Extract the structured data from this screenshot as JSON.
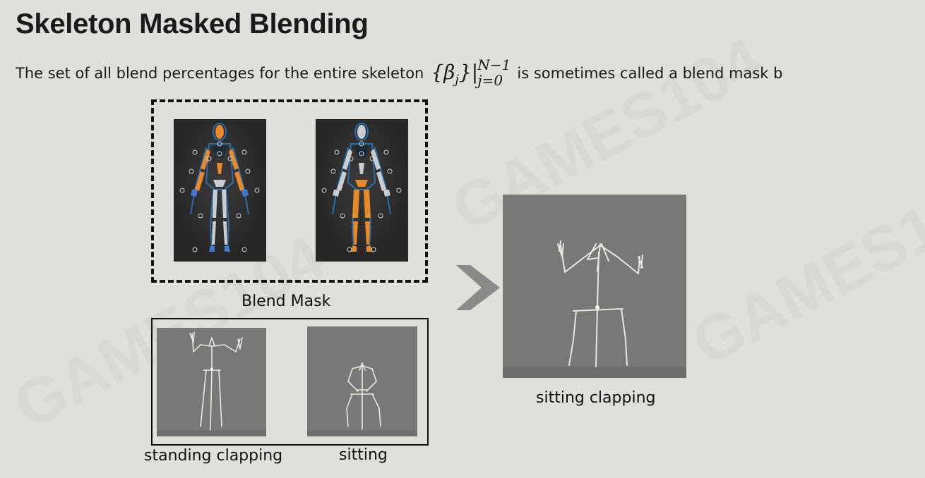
{
  "slide": {
    "title": "Skeleton Masked Blending",
    "sentence_before": "The set of all blend percentages for the entire skeleton",
    "formula": {
      "main": "{β",
      "main_sub": "j",
      "main_close": "}|",
      "superscript": "N−1",
      "subscript": "j=0"
    },
    "sentence_after": "is sometimes called a blend mask b",
    "watermark": "GAMES104"
  },
  "blend_mask": {
    "caption": "Blend Mask",
    "highlight_color": "#e8892b",
    "body_color": "#c9ced3",
    "outline_color": "#2a7dc9"
  },
  "sources": [
    {
      "caption": "standing clapping"
    },
    {
      "caption": "sitting"
    }
  ],
  "result": {
    "caption": "sitting clapping"
  },
  "arrow": {
    "icon": "chevron-right-icon",
    "color": "#8a8a88"
  }
}
